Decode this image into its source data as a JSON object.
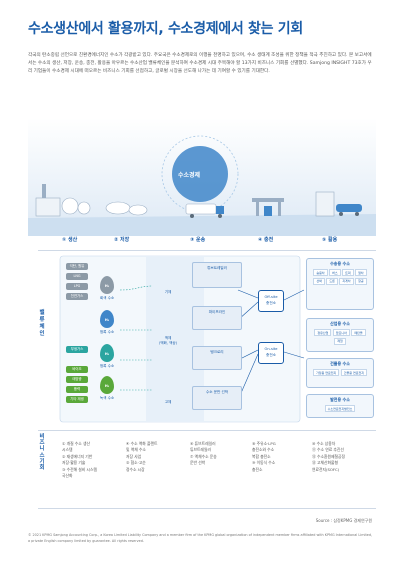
{
  "header": {
    "title": "수소생산에서 활용까지, 수소경제에서 찾는 기회",
    "intro": "각국의 탄소중립 선언으로 친환경에너지인 수소가 각광받고 있다. 주요국은 수소경제로의 이행을 천명하고 있으며, 수소 생태계 조성을 위한 정책을 적극 추진하고 있다. 본 보고서에서는 수소의 생산, 저장, 운송, 충전, 활용을 아우르는 수소산업 밸류체인을 분석하여 수소경제 시대 주목해야 할 13가지 비즈니스 기회를 선별했다. Samjong INSIGHT 73호가 우리 기업들이 수소경제 시대에 떠오르는 비즈니스 기회를 선점하고, 글로벌 시장을 선도해 나가는 데 기여할 수 있기를 기대한다."
  },
  "ecosystem": {
    "title": "수소경제",
    "stages": [
      "① 생산",
      "② 저장",
      "③ 운송",
      "④ 충전",
      "⑤ 활용"
    ]
  },
  "value_chain": {
    "side_label": "밸류체인",
    "sources": [
      "석탄, 원유",
      "LNG",
      "LPG",
      "천연가스",
      "부생가스",
      "바이오",
      "태양광",
      "풍력",
      "기타 재생"
    ],
    "drops": [
      {
        "label": "H₂",
        "caption": "회색 수소"
      },
      {
        "label": "H₂",
        "caption": "청록 수소"
      },
      {
        "label": "H₂",
        "caption": "청록 수소"
      },
      {
        "label": "H₂",
        "caption": "녹색 수소"
      }
    ],
    "storage": [
      "기체",
      "액체\n(액화, 액상)",
      "고체"
    ],
    "transport": [
      "튜브트레일러",
      "파이프라인",
      "탱크로리",
      "수소 운반 선박"
    ],
    "stations": [
      "Off-site\n충전소",
      "On-site\n충전소"
    ],
    "uses": [
      {
        "title": "수송용 수소",
        "items": [
          "승용차",
          "버스",
          "트럭",
          "열차",
          "선박",
          "드론",
          "지게차",
          "항공"
        ]
      },
      {
        "title": "산업용 수소",
        "items": [
          "정유산업",
          "암모니아",
          "메탄올",
          "제철"
        ]
      },
      {
        "title": "건물용 수소",
        "items": [
          "가정용 연료전지",
          "건물용 연료전지"
        ]
      },
      {
        "title": "발전용 수소",
        "items": [
          "수소연료전지발전소"
        ]
      }
    ]
  },
  "business": {
    "side_label": "비즈니스기회",
    "columns": [
      [
        "① 개질 수소 생산",
        "   시스템",
        "② 재생에너지 기반",
        "   저장·활용 기술",
        "③ 수전해 설비 시스템",
        "   국산화"
      ],
      [
        "④ 수소 액화 플랜트",
        "   및 액체 수소",
        "   저장 사업",
        "⑤ 협소·고순",
        "   정수소 시장"
      ],
      [
        "⑥ 튜브트레일러",
        "   튜브트레일러",
        "⑦ 액체수소 운송",
        "   운반 선박"
      ],
      [
        "⑧ 주유소·LPG",
        "   충전소와 수소",
        "   복합 충전소",
        "⑨ 이동식 수소",
        "   충전소"
      ],
      [
        "⑩ 수소 상용차",
        "⑪ 수소 연료 추진선",
        "⑫ 수소환원제철공정",
        "⑬ 고체산화물형",
        "   연료전지(SOFC)"
      ]
    ]
  },
  "source": "Source : 삼정KPMG 경제연구원",
  "footer": "© 2021 KPMG Samjong Accounting Corp., a Korea Limited Liability Company and a member firm of the KPMG global organization of independent member firms affiliated with KPMG International Limited, a private English company limited by guarantee. All rights reserved.",
  "colors": {
    "accent": "#1a5ca8",
    "teal": "#2ba5a0",
    "green": "#5aa83a",
    "gray": "#8c9aa6",
    "sky": "#9fc6e8"
  }
}
